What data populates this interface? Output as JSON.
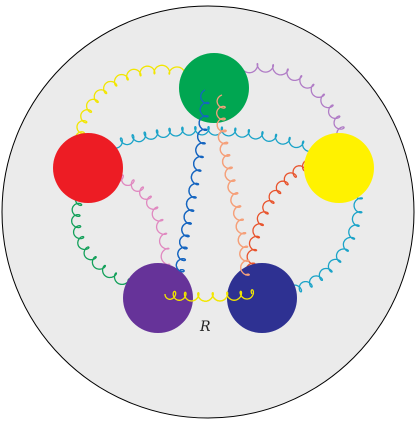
{
  "label": "R",
  "colors": {
    "background_disk": "#ebebeb",
    "disk_stroke": "#000000",
    "nodes": {
      "green": "#00a651",
      "red": "#ed1c24",
      "yellow": "#fff200",
      "purple": "#663399",
      "navy": "#2e3192"
    },
    "links": {
      "yellow": "#f2e600",
      "mauve": "#b07cc6",
      "cyan": "#1aa3c8",
      "blue": "#1565c0",
      "salmon": "#f5a07a",
      "orange_red": "#e8532c",
      "green": "#13a05a",
      "pink": "#e088c0"
    }
  },
  "nodes": [
    {
      "id": "green",
      "color": "green"
    },
    {
      "id": "red",
      "color": "red"
    },
    {
      "id": "yellow",
      "color": "yellow"
    },
    {
      "id": "purple",
      "color": "purple"
    },
    {
      "id": "navy",
      "color": "navy"
    }
  ],
  "links": [
    {
      "from": "green",
      "to": "red",
      "color": "yellow"
    },
    {
      "from": "green",
      "to": "yellow",
      "color": "mauve"
    },
    {
      "from": "red",
      "to": "yellow",
      "color": "cyan"
    },
    {
      "from": "green",
      "to": "purple",
      "color": "blue"
    },
    {
      "from": "green",
      "to": "navy",
      "color": "salmon"
    },
    {
      "from": "yellow",
      "to": "navy",
      "color": "orange_red"
    },
    {
      "from": "yellow",
      "to": "navy",
      "color": "cyan"
    },
    {
      "from": "red",
      "to": "purple",
      "color": "green"
    },
    {
      "from": "red",
      "to": "purple",
      "color": "pink"
    },
    {
      "from": "purple",
      "to": "navy",
      "color": "yellow"
    }
  ]
}
